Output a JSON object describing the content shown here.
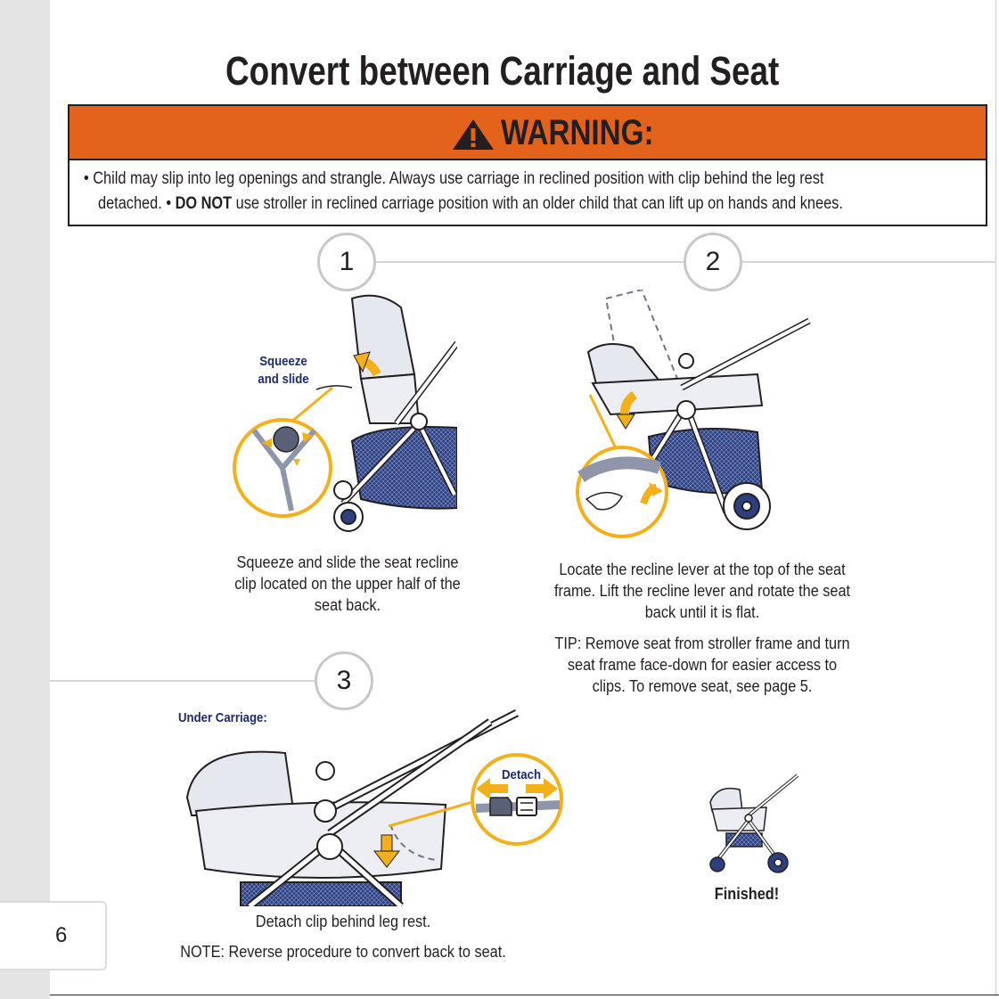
{
  "page": {
    "number": "6"
  },
  "title": "Convert between Carriage and Seat",
  "warning": {
    "heading": "WARNING:",
    "line1": "• Child may slip into leg openings and strangle. Always use carriage in reclined position with clip behind the leg rest",
    "line2_start": "detached. •",
    "line2_bold": "DO NOT",
    "line2_end": "use stroller in reclined carriage position with an older child that can lift up on hands and knees."
  },
  "steps": [
    {
      "number": "1",
      "callout_line1": "Squeeze",
      "callout_line2": "and slide",
      "caption_lines": [
        "Squeeze and slide the seat recline",
        "clip located on the upper half of the",
        "seat back."
      ]
    },
    {
      "number": "2",
      "caption_lines": [
        "Locate the recline lever at the top of the seat",
        "frame. Lift the recline lever and rotate the seat",
        "back until it is flat."
      ],
      "tip_lines": [
        "TIP: Remove seat from stroller frame and turn",
        "seat frame face-down for easier access to",
        "clips. To remove seat, see page 5."
      ]
    },
    {
      "number": "3",
      "label": "Under Carriage:",
      "callout": "Detach",
      "caption": "Detach clip behind leg rest.",
      "note": "NOTE: Reverse procedure to convert back to seat."
    }
  ],
  "finished_label": "Finished!",
  "colors": {
    "warning_orange": "#e3621c",
    "callout_yellow": "#f3b01b",
    "callout_text_navy": "#1d2b6b",
    "illustration_blue": "#2d3f7f"
  }
}
